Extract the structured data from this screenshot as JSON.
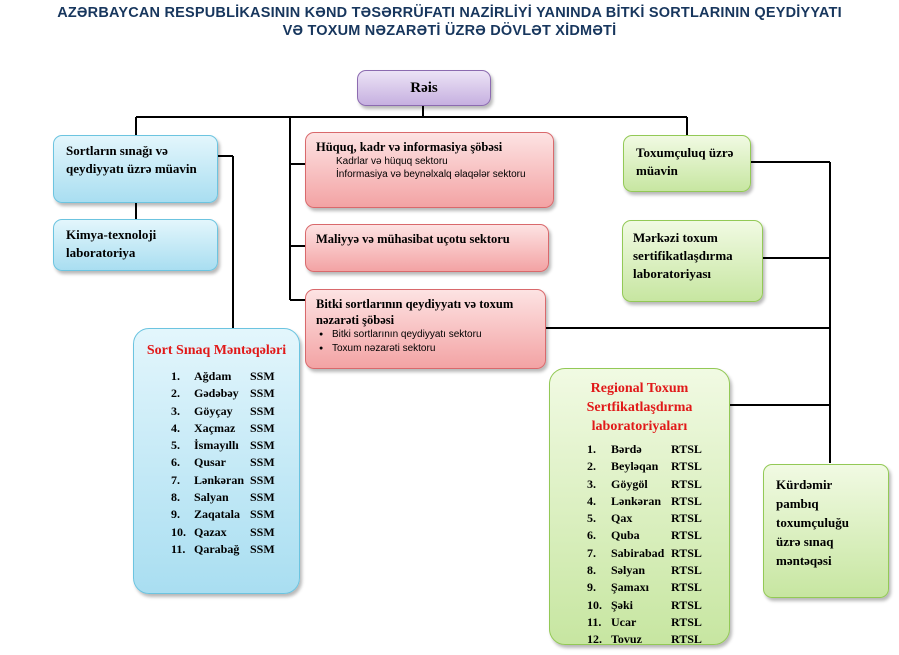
{
  "title": {
    "line1": "AZƏRBAYCAN RESPUBLİKASININ KƏND TƏSƏRRÜFATI NAZİRLİYİ YANINDA BİTKİ SORTLARININ QEYDİYYATI",
    "line2": "VƏ TOXUM NƏZARƏTİ ÜZRƏ DÖVLƏT XİDMƏTİ"
  },
  "nodes": {
    "reis": "Rəis",
    "sortlarin_muavin": "Sortların sınağı və qeydiyyatı üzrə müavin",
    "kimya": "Kimya-texnoloji laboratoriya",
    "huquq": {
      "title": "Hüquq, kadr və informasiya şöbəsi",
      "items": [
        "Kadrlar və hüquq sektoru",
        "İnformasiya və beynəlxalq əlaqələr sektoru"
      ]
    },
    "maliyye": "Maliyyə və mühasibat uçotu sektoru",
    "bitki": {
      "title": "Bitki sortlarının qeydiyyatı və toxum nəzarəti şöbəsi",
      "items": [
        "Bitki sortlarının qeydiyyatı sektoru",
        "Toxum nəzarəti sektoru"
      ]
    },
    "toxumculuq_muavin": "Toxumçuluq üzrə müavin",
    "merkezi": "Mərkəzi toxum sertifikatlaşdırma laboratoriyası",
    "kurdemir": "Kürdəmir pambıq toxumçuluğu üzrə sınaq məntəqəsi"
  },
  "ssm": {
    "title": "Sort Sınaq Məntəqələri",
    "items": [
      {
        "n": "1.",
        "name": "Ağdam",
        "code": "SSM"
      },
      {
        "n": "2.",
        "name": "Gədəbəy",
        "code": "SSM"
      },
      {
        "n": "3.",
        "name": "Göyçay",
        "code": "SSM"
      },
      {
        "n": "4.",
        "name": "Xaçmaz",
        "code": "SSM"
      },
      {
        "n": "5.",
        "name": "İsmayıllı",
        "code": "SSM"
      },
      {
        "n": "6.",
        "name": "Qusar",
        "code": "SSM"
      },
      {
        "n": "7.",
        "name": "Lənkəran",
        "code": "SSM"
      },
      {
        "n": "8.",
        "name": "Salyan",
        "code": "SSM"
      },
      {
        "n": "9.",
        "name": "Zaqatala",
        "code": "SSM"
      },
      {
        "n": "10.",
        "name": "Qazax",
        "code": "SSM"
      },
      {
        "n": "11.",
        "name": "Qarabağ",
        "code": "SSM"
      }
    ]
  },
  "rtsl": {
    "title": "Regional Toxum Sertfikatlaşdırma laboratoriyaları",
    "items": [
      {
        "n": "1.",
        "name": "Bərdə",
        "code": "RTSL"
      },
      {
        "n": "2.",
        "name": "Beyləqan",
        "code": "RTSL"
      },
      {
        "n": "3.",
        "name": "Göygöl",
        "code": "RTSL"
      },
      {
        "n": "4.",
        "name": "Lənkəran",
        "code": "RTSL"
      },
      {
        "n": "5.",
        "name": "Qax",
        "code": "RTSL"
      },
      {
        "n": "6.",
        "name": "Quba",
        "code": "RTSL"
      },
      {
        "n": "7.",
        "name": "Sabirabad",
        "code": "RTSL"
      },
      {
        "n": "8.",
        "name": "Səlyan",
        "code": "RTSL"
      },
      {
        "n": "9.",
        "name": "Şamaxı",
        "code": "RTSL"
      },
      {
        "n": "10.",
        "name": "Şəki",
        "code": "RTSL"
      },
      {
        "n": "11.",
        "name": "Ucar",
        "code": "RTSL"
      },
      {
        "n": "12.",
        "name": "Tovuz",
        "code": "RTSL"
      }
    ]
  }
}
